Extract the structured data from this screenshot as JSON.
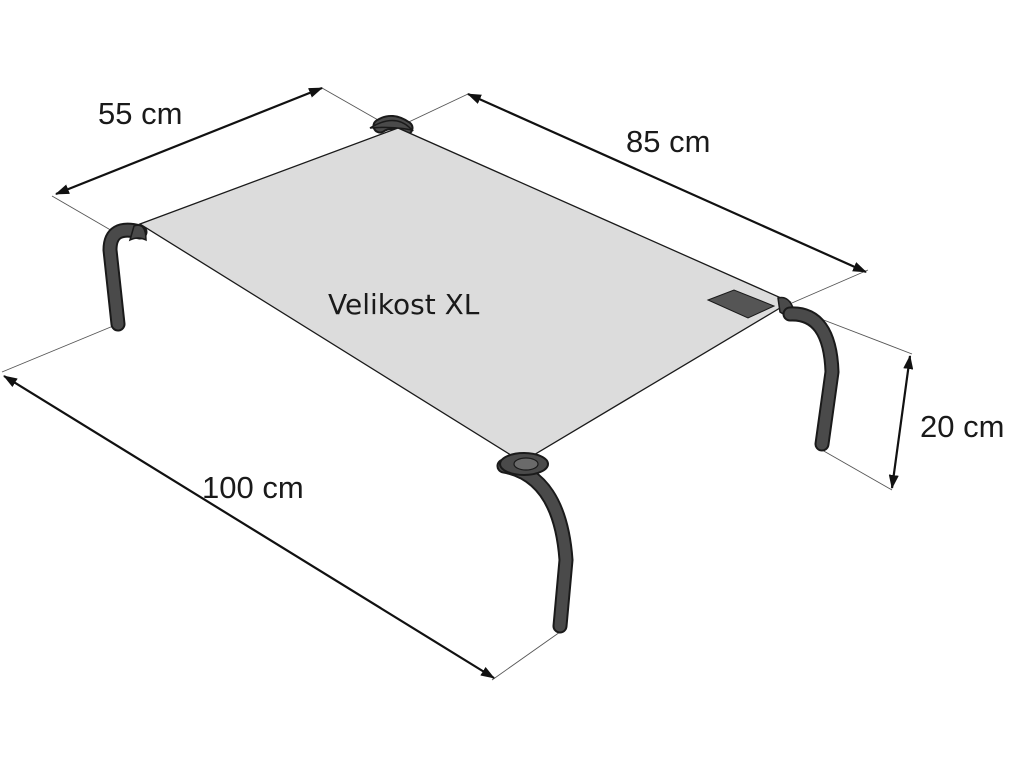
{
  "diagram": {
    "size_label": "Velikost XL",
    "dimensions": {
      "width": "55 cm",
      "depth": "85 cm",
      "length": "100 cm",
      "height": "20 cm"
    }
  },
  "colors": {
    "fabric": "#dcdcdc",
    "frame": "#4a4a4a",
    "outline": "#1a1a1a",
    "label_patch": "#555555"
  }
}
